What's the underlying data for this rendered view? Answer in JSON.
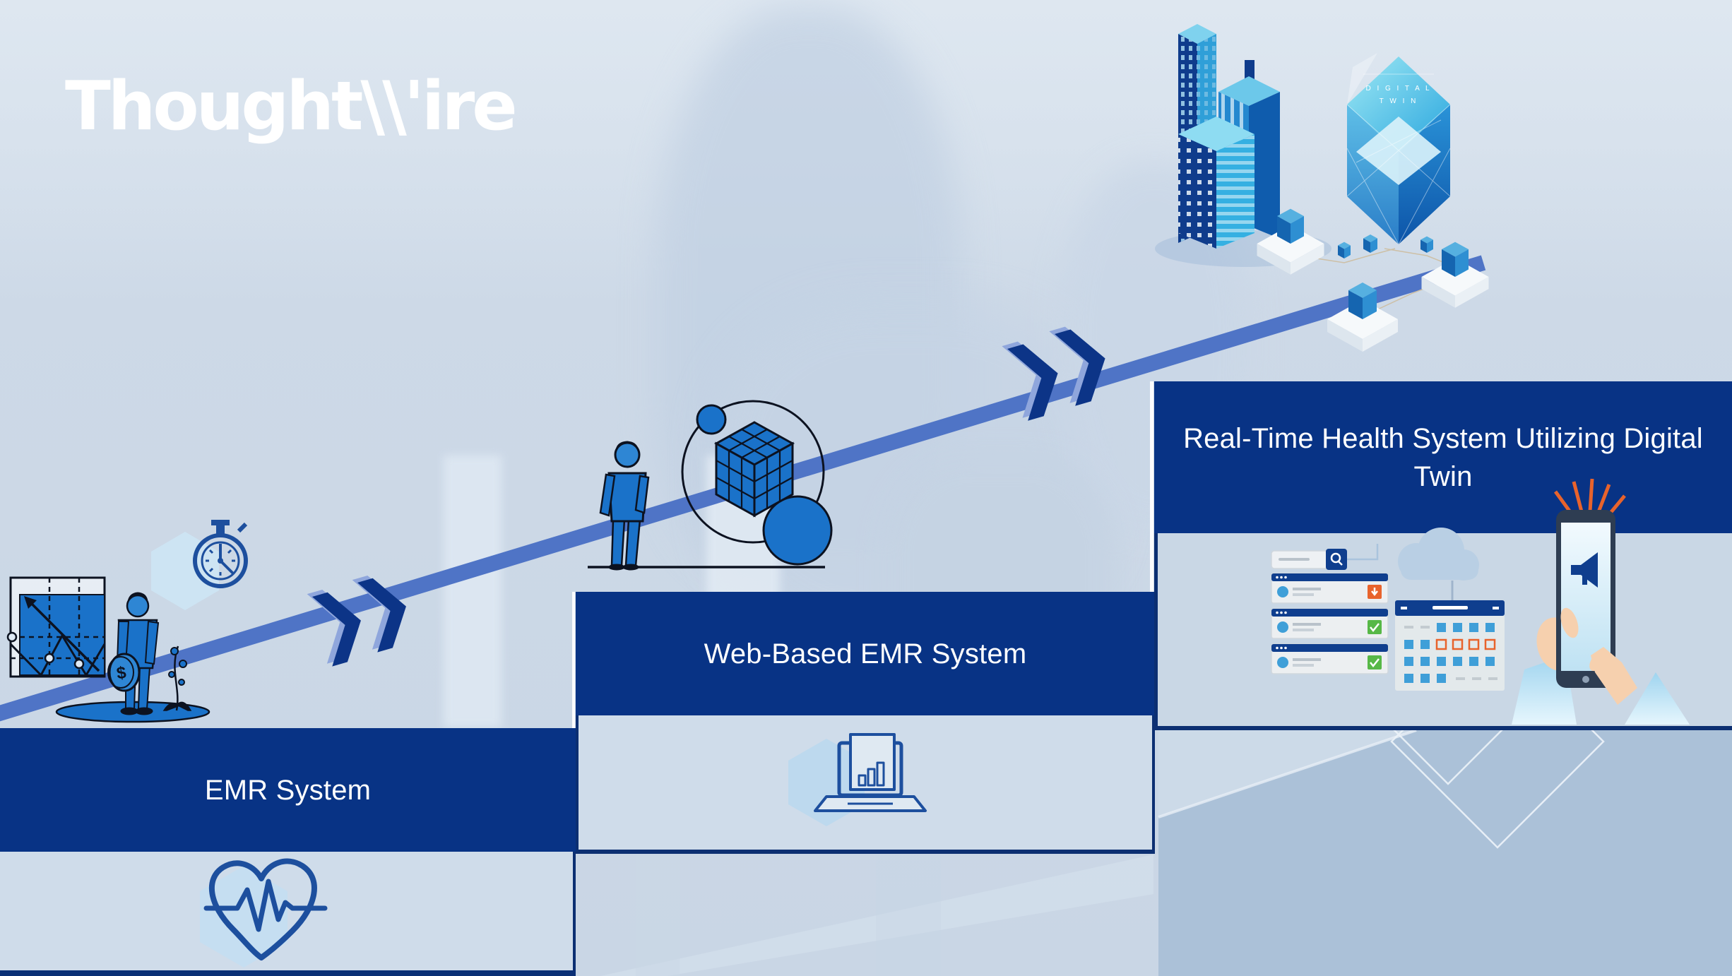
{
  "logo": {
    "text": "Thought\\\\'ire",
    "brand": "ThoughtWire"
  },
  "steps": [
    {
      "title": "EMR System",
      "icon": "heart-pulse-icon"
    },
    {
      "title": "Web-Based EMR System",
      "icon": "laptop-analytics-icon"
    },
    {
      "title_line1": "Real-Time Health System Utilizing Digital",
      "title_line2": "Twin",
      "icon": "health-apps-illustration"
    }
  ],
  "digital_twin": {
    "line1": "D I G I T A L",
    "line2": "T W I N"
  },
  "icons": {
    "left_illustration": [
      "analytics-chart-icon",
      "worker-with-coin-illustration",
      "plant-icon",
      "stopwatch-icon",
      "hexagon-shape"
    ],
    "middle_illustration": [
      "person-illustration",
      "data-cube-orbit-illustration"
    ],
    "right_illustration": [
      "search-bar-icon",
      "task-card-icon",
      "calendar-icon",
      "cloud-icon",
      "phone-megaphone-icon",
      "hand-icon"
    ],
    "top_right": [
      "smart-city-buildings-illustration",
      "digital-twin-cube-illustration",
      "iot-platform-cubes-illustration"
    ],
    "connectors": [
      "progress-line",
      "double-chevron-icon"
    ]
  },
  "colors": {
    "background": "#ccd9e7",
    "bar_navy": "#083385",
    "border_navy": "#0c2f72",
    "line_blue": "#4f74c6",
    "chevron_navy": "#0c3487",
    "illustration_blue": "#1a72c9",
    "icon_stroke_blue": "#1d4f9e",
    "lightbox_fill": "#cfdcea",
    "hexagon_blue": "#c3def2",
    "accent_orange": "#e8632c",
    "accent_green": "#57b847",
    "calendar_cell_blue": "#3f9fd8",
    "title_text": "#ffffff"
  }
}
